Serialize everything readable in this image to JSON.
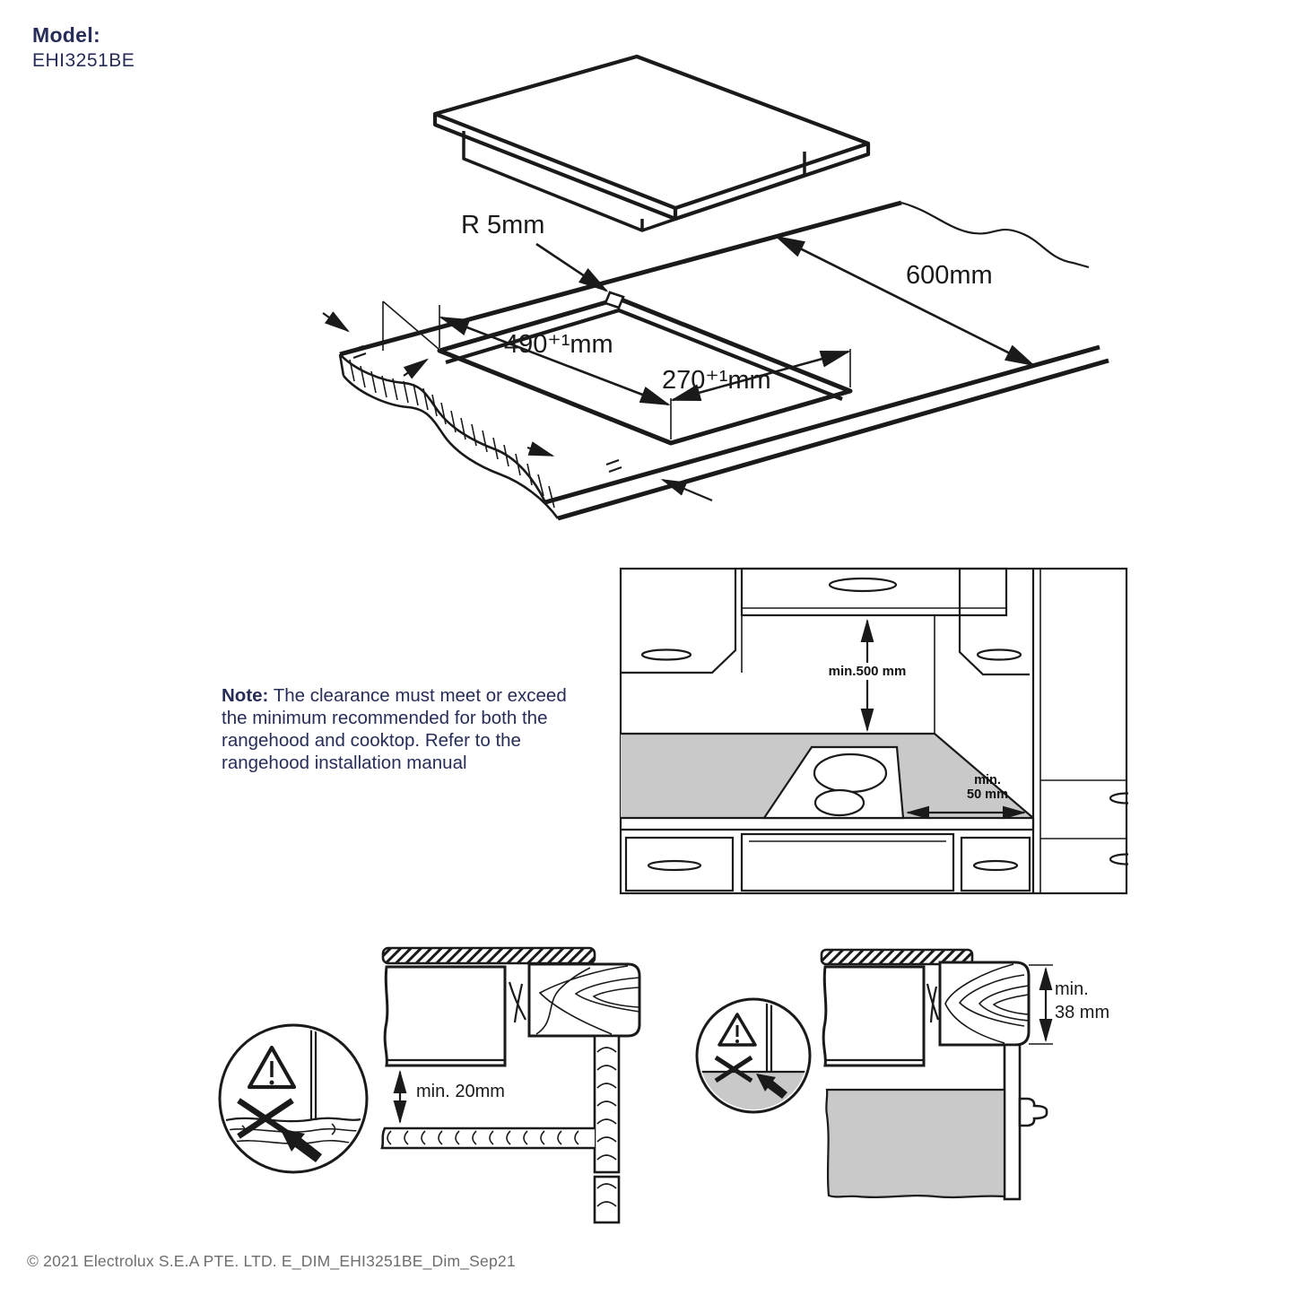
{
  "header": {
    "model_label": "Model:",
    "model_number": "EHI3251BE"
  },
  "cutout_diagram": {
    "corner_radius": "R 5mm",
    "worktop_depth": "600mm",
    "cutout_length": "490⁺¹mm",
    "cutout_width": "270⁺¹mm"
  },
  "note": {
    "bold_label": "Note:",
    "text": "The clearance must meet or exceed the minimum recommended for both the rangehood and cooktop. Refer to the rangehood installation manual"
  },
  "kitchen_diagram": {
    "hood_clearance": "min.500 mm",
    "rear_clearance_line1": "min.",
    "rear_clearance_line2": "50 mm"
  },
  "drawer_detail": {
    "clearance": "min. 20mm"
  },
  "oven_detail": {
    "clearance_line1": "min.",
    "clearance_line2": "38 mm"
  },
  "footer": {
    "text": "© 2021 Electrolux S.E.A PTE. LTD. E_DIM_EHI3251BE_Dim_Sep21"
  },
  "colors": {
    "brand_navy": "#272d58",
    "line_black": "#1a1a1a",
    "fill_gray": "#c9c9c9",
    "footer_gray": "#6e6e6e"
  }
}
